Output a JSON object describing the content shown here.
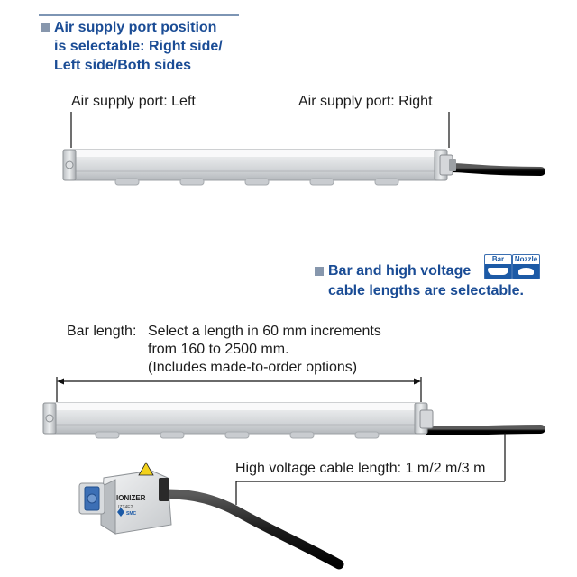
{
  "section1": {
    "heading_lines": [
      "Air supply port position",
      "is selectable: Right side/",
      "Left side/Both sides"
    ],
    "label_left": "Air supply port: Left",
    "label_right": "Air supply port: Right"
  },
  "section2": {
    "badges": [
      {
        "label": "Bar",
        "icon": "bar-ionizer-icon"
      },
      {
        "label": "Nozzle",
        "icon": "nozzle-ionizer-icon"
      }
    ],
    "heading_lines": [
      "Bar and high voltage",
      "cable lengths are selectable."
    ],
    "bar_length_label": "Bar length:",
    "bar_length_lines": [
      "Select a length in 60 mm increments",
      "from 160 to 2500 mm.",
      "(Includes made-to-order options)"
    ],
    "cable_label": "High voltage cable length: 1 m/2 m/3 m",
    "power_supply": {
      "title": "IONIZER",
      "model": "IZT4E2",
      "brand": "SMC"
    }
  },
  "colors": {
    "heading_blue": "#1a4c95",
    "rule_grey_blue": "#7d95b4",
    "badge_blue": "#1c5aa6"
  }
}
